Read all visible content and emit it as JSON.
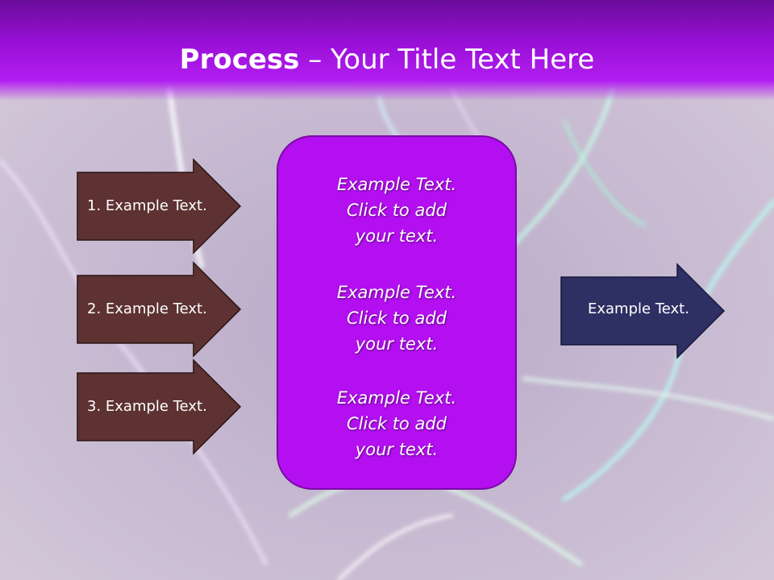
{
  "slide": {
    "title_bold": "Process",
    "title_dash": " – ",
    "title_rest": "Your Title Text Here"
  },
  "left_arrows": [
    {
      "label": "1. Example Text."
    },
    {
      "label": "2. Example Text."
    },
    {
      "label": "3. Example Text."
    }
  ],
  "center_box": {
    "blocks": [
      {
        "text": "Example Text.\nClick  to add\nyour text."
      },
      {
        "text": "Example Text.\nClick  to add\nyour text."
      },
      {
        "text": "Example Text.\nClick  to add\nyour text."
      }
    ]
  },
  "right_arrow": {
    "label": "Example Text."
  },
  "colors": {
    "header": "#9b10d9",
    "left_arrow_fill": "#5e3232",
    "center_box_fill": "#b30ff0",
    "right_arrow_fill": "#2e3064"
  }
}
